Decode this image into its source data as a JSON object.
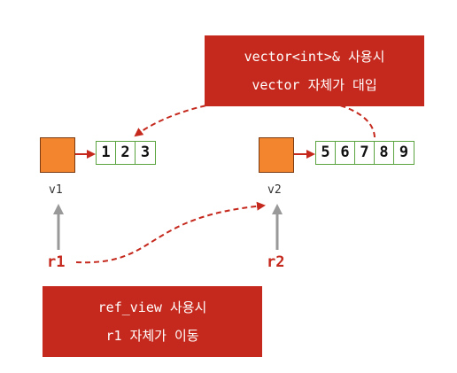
{
  "colors": {
    "accent_red": "#c5281c",
    "block_orange": "#f3852f",
    "cell_border_green": "#5aa33e",
    "arrow_gray": "#999999"
  },
  "callouts": {
    "top": {
      "line1": "vector<int>& 사용시",
      "line2": "vector 자체가 대입"
    },
    "bottom": {
      "line1": "ref_view 사용시",
      "line2": "r1 자체가 이동"
    }
  },
  "vectors": {
    "v1": {
      "label": "v1",
      "values": [
        "1",
        "2",
        "3"
      ]
    },
    "v2": {
      "label": "v2",
      "values": [
        "5",
        "6",
        "7",
        "8",
        "9"
      ]
    }
  },
  "refs": {
    "r1": "r1",
    "r2": "r2"
  }
}
